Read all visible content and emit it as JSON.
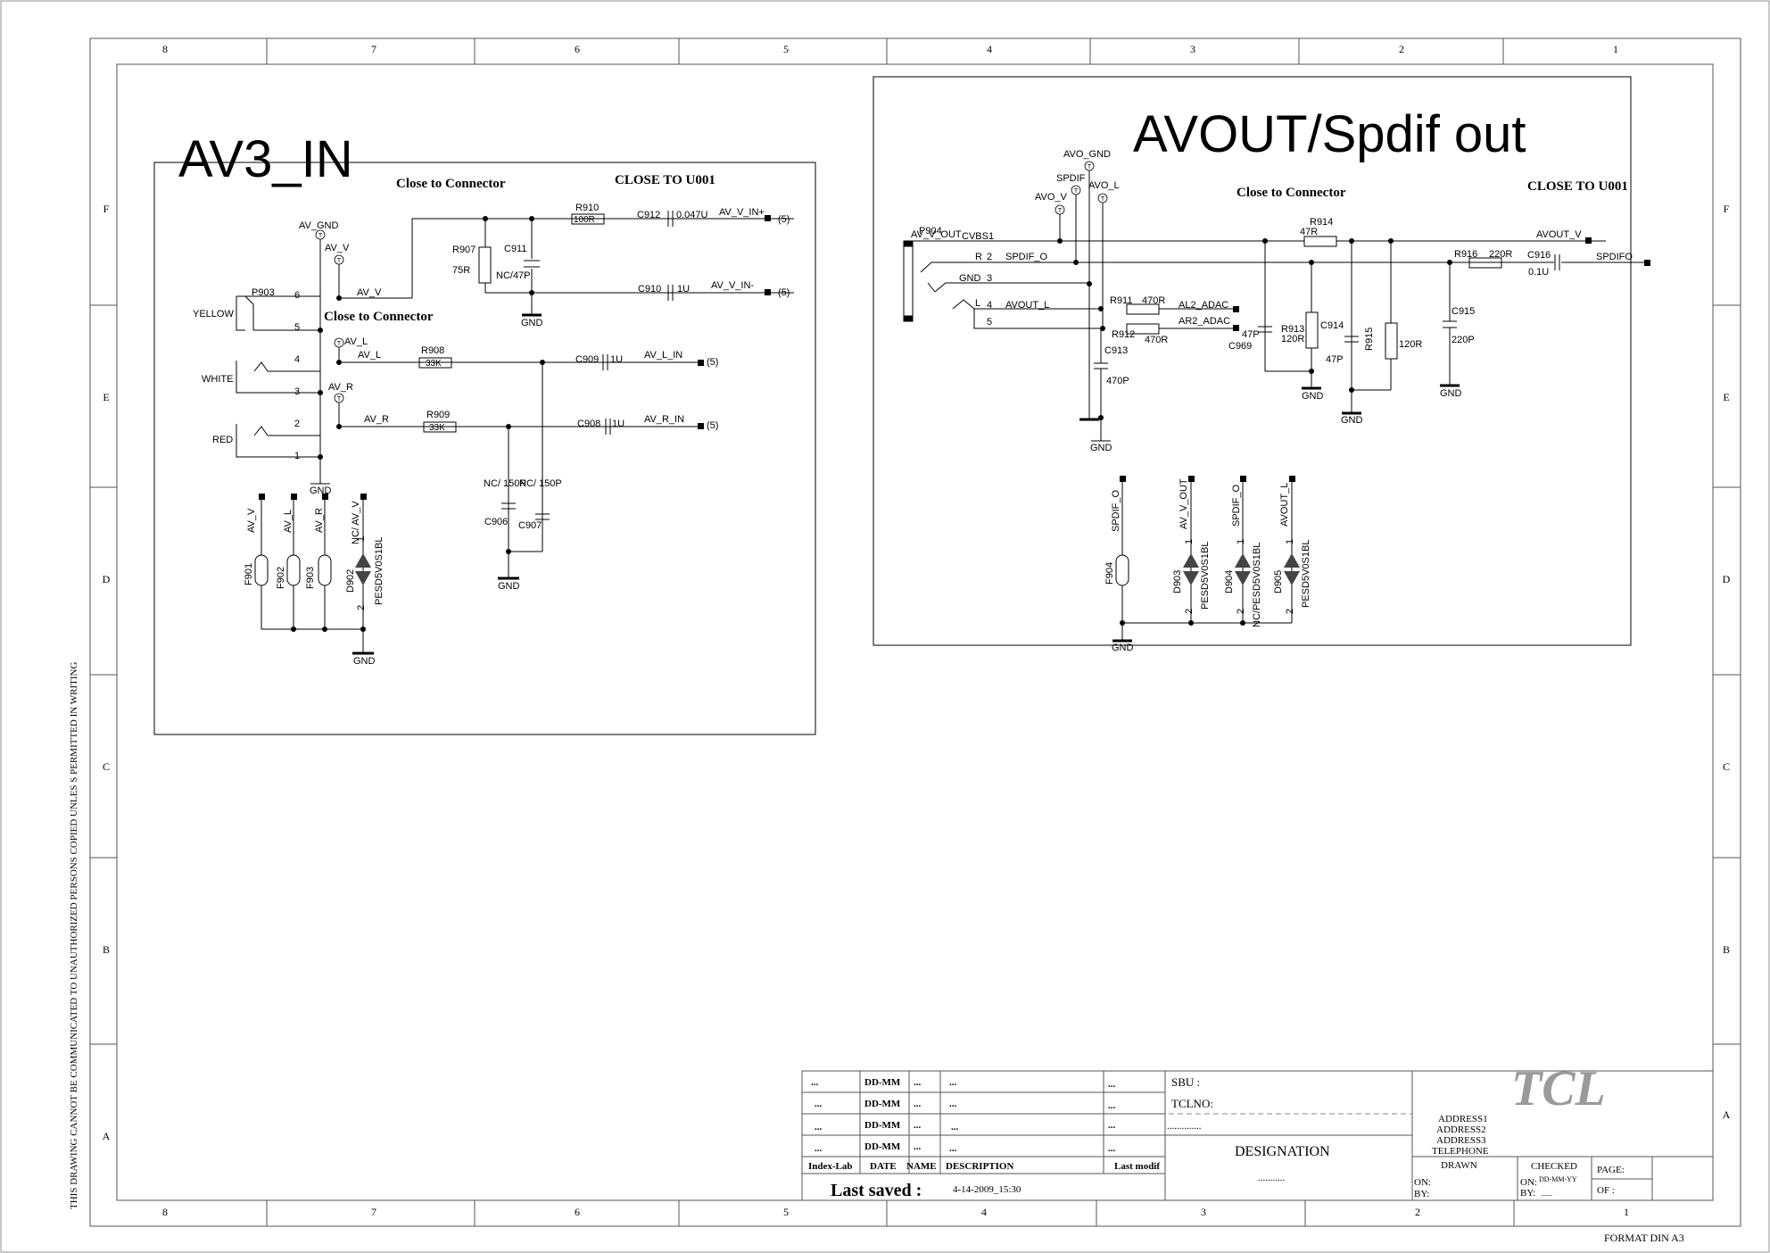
{
  "border": {
    "columns": [
      "8",
      "7",
      "6",
      "5",
      "4",
      "3",
      "2",
      "1"
    ],
    "rows": [
      "F",
      "E",
      "D",
      "C",
      "B",
      "A"
    ],
    "side_note": "THIS DRAWING CANNOT BE COMMUNICATED TO UNAUTHORIZED PERSONS COPIED UNLES S PERMITTED IN WRITING",
    "format": "FORMAT DIN A3"
  },
  "av3": {
    "title": "AV3_IN",
    "note1": "Close to Connector",
    "note2": "CLOSE TO U001",
    "note3": "Close to Connector",
    "jack": "P903",
    "yellow": "YELLOW",
    "white": "WHITE",
    "red": "RED",
    "pins": [
      "6",
      "5",
      "4",
      "3",
      "2",
      "1"
    ],
    "tp_gnd": "AV_GND",
    "tp_v": "AV_V",
    "tp_l": "AV_L",
    "tp_r": "AV_R",
    "net_v": "AV_V",
    "net_l": "AV_L",
    "net_r": "AV_R",
    "r907": "R907",
    "r907_val": "75R",
    "c911": "C911",
    "c911_val": "NC/47P",
    "r910": "R910",
    "r910_val": "100R",
    "c912": "C912",
    "c912_val": "0.047U",
    "out_vp": "AV_V_IN+",
    "c910": "C910",
    "c910_val": "1U",
    "out_vm": "AV_V_IN-",
    "r908": "R908",
    "r908_val": "33K",
    "c909": "C909",
    "c909_val": "1U",
    "out_l": "AV_L_IN",
    "r909": "R909",
    "r909_val": "33K",
    "c908": "C908",
    "c908_val": "1U",
    "out_r": "AV_R_IN",
    "ref5": "(5)",
    "c906": "C906",
    "c906_val": "NC/ 150P",
    "c907": "C907",
    "c907_val": "NC/ 150P",
    "gnd": "GND",
    "esd_nets": [
      "AV_V",
      "AV_L",
      "AV_R",
      "NC/ AV_V"
    ],
    "f901": "F901",
    "f902": "F902",
    "f903": "F903",
    "d902": "D902",
    "pesd": "PESD5V0S1BL",
    "pin1": "1",
    "pin2": "2"
  },
  "avout": {
    "title": "AVOUT/Spdif out",
    "note1": "Close to Connector",
    "note2": "CLOSE TO U001",
    "jack": "P904",
    "tp_gnd": "AVO_GND",
    "tp_spdif": "SPDIF",
    "tp_v": "AVO_V",
    "tp_l": "AVO_L",
    "conn_out": "AV_V_OUT",
    "cvbs": "CVBS1",
    "row_r": "R",
    "row_l": "L",
    "pin2": "2",
    "pin3": "3",
    "pin4": "4",
    "pin5": "5",
    "net_spdif": "SPDIF_O",
    "net_gnd": "GND",
    "net_avout_l": "AVOUT_L",
    "r914": "R914",
    "r914_val": "47R",
    "avout_v": "AVOUT_V",
    "r916": "R916",
    "r916_val": "220R",
    "c916": "C916",
    "c916_val": "0.1U",
    "spdifo": "SPDIFO",
    "r911": "R911",
    "r911_val": "470R",
    "al2": "AL2_ADAC",
    "r912": "R912",
    "r912_val": "470R",
    "ar2": "AR2_ADAC",
    "c969": "C969",
    "c969_val": "47P",
    "r913": "R913",
    "r913_val": "120R",
    "c914": "C914",
    "c914_val": "47P",
    "r915": "R915",
    "r915_val": "120R",
    "c915": "C915",
    "c915_val": "220P",
    "c913": "C913",
    "c913_val": "470P",
    "gnd": "GND",
    "esd_nets": [
      "SPDIF_O",
      "AV_V_OUT",
      "SPDIF_O",
      "AVOUT_L"
    ],
    "f904": "F904",
    "d903": "D903",
    "d904": "D904",
    "d905": "D905",
    "pesd": "PESD5V0S1BL",
    "pesd_nc": "NC/PESD5V0S1BL",
    "p1": "1",
    "p2": "2"
  },
  "titleblock": {
    "dots": "...",
    "date_code": "DD-MM",
    "hdr_index": "Index-Lab",
    "hdr_date": "DATE",
    "hdr_name": "NAME",
    "hdr_desc": "DESCRIPTION",
    "hdr_last": "Last modif",
    "last_saved": "Last saved :",
    "saved_time": "4-14-2009_15:30",
    "sbu": "SBU :",
    "tclno": "TCLNO:",
    "dotted": "..............",
    "designation": "DESIGNATION",
    "desig_dots": "...........",
    "brand": "TCL",
    "address": [
      "ADDRESS1",
      "ADDRESS2",
      "ADDRESS3",
      "TELEPHONE"
    ],
    "drawn": "DRAWN",
    "checked": "CHECKED",
    "on": "ON:",
    "by": "BY:",
    "on2": "ON:",
    "date_yy": "DD-MM-YY",
    "by2": "BY:",
    "by2_val": "___",
    "page": "PAGE:",
    "of": "OF :"
  }
}
